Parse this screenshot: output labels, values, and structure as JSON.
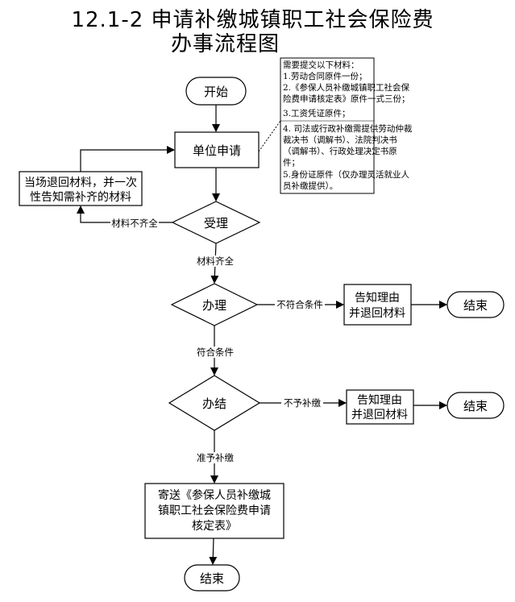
{
  "title": {
    "line1": "12.1-2 申请补缴城镇职工社会保险费",
    "line2": "办事流程图"
  },
  "nodes": {
    "start": "开始",
    "apply": "单位申请",
    "return_left": [
      "当场退回材料，并一次",
      "性告知需补齐的材料"
    ],
    "accept": "受理",
    "handle": "办理",
    "notify1": [
      "告知理由",
      "并退回材料"
    ],
    "end1": "结束",
    "complete": "办结",
    "notify2": [
      "告知理由",
      "并退回材料"
    ],
    "end2": "结束",
    "send": [
      "寄送《参保人员补缴城",
      "镇职工社会保险费申请",
      "核定表》"
    ],
    "end3": "结束"
  },
  "edges": {
    "incomplete": "材料不齐全",
    "complete": "材料齐全",
    "not_qualified": "不符合条件",
    "qualified": "符合条件",
    "no_payment": "不予补缴",
    "allow_payment": "准予补缴"
  },
  "note": [
    "需要提交以下材料：",
    "1.劳动合同原件一份；",
    "2.《参保人员补缴城镇职工社会保",
    "险费申请核定表》原件一式三份；",
    "3.工资凭证原件；",
    "4. 司法或行政补缴需提供劳动仲裁",
    "裁决书（调解书）、法院判决书",
    "（调解书）、行政处理决定书原",
    "件；",
    "5.身份证原件（仅办理灵活就业人",
    "员补缴提供）。"
  ]
}
